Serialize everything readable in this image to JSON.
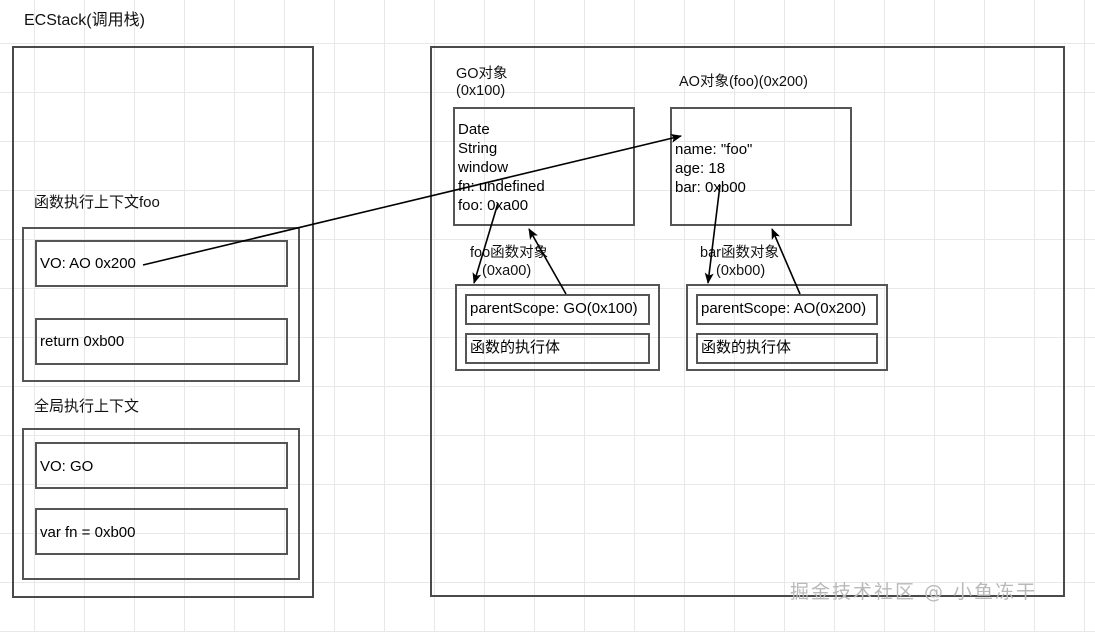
{
  "diagram": {
    "title": "ECStack(调用栈)",
    "watermark": "掘金技术社区 @ 小鱼冻干"
  },
  "ecstack": {
    "label": "ECStack(调用栈)",
    "contexts": [
      {
        "name": "函数执行上下文foo",
        "slots": [
          {
            "text": "VO: AO 0x200"
          },
          {
            "text": "return 0xb00"
          }
        ]
      },
      {
        "name": "全局执行上下文",
        "slots": [
          {
            "text": "VO: GO"
          },
          {
            "text": "var fn = 0xb00"
          }
        ]
      }
    ]
  },
  "heap": {
    "go_object": {
      "caption_line1": "GO对象",
      "caption_line2": "(0x100)",
      "entries": "Date\nString\nwindow\nfn: undefined\nfoo: 0xa00"
    },
    "ao_object": {
      "caption": "AO对象(foo)(0x200)",
      "entries": "name: \"foo\"\nage: 18\nbar: 0xb00"
    },
    "foo_function_object": {
      "caption_line1": "foo函数对象",
      "caption_line2": "(0xa00)",
      "parent_scope": "parentScope: GO(0x100)",
      "body": "函数的执行体"
    },
    "bar_function_object": {
      "caption_line1": "bar函数对象",
      "caption_line2": "(0xb00)",
      "parent_scope": "parentScope: AO(0x200)",
      "body": "函数的执行体"
    }
  },
  "colors": {
    "stroke": "#4a4a4a",
    "arrow": "#000000",
    "grid": "#e8e8e8",
    "watermark": "#b9b9b9"
  }
}
